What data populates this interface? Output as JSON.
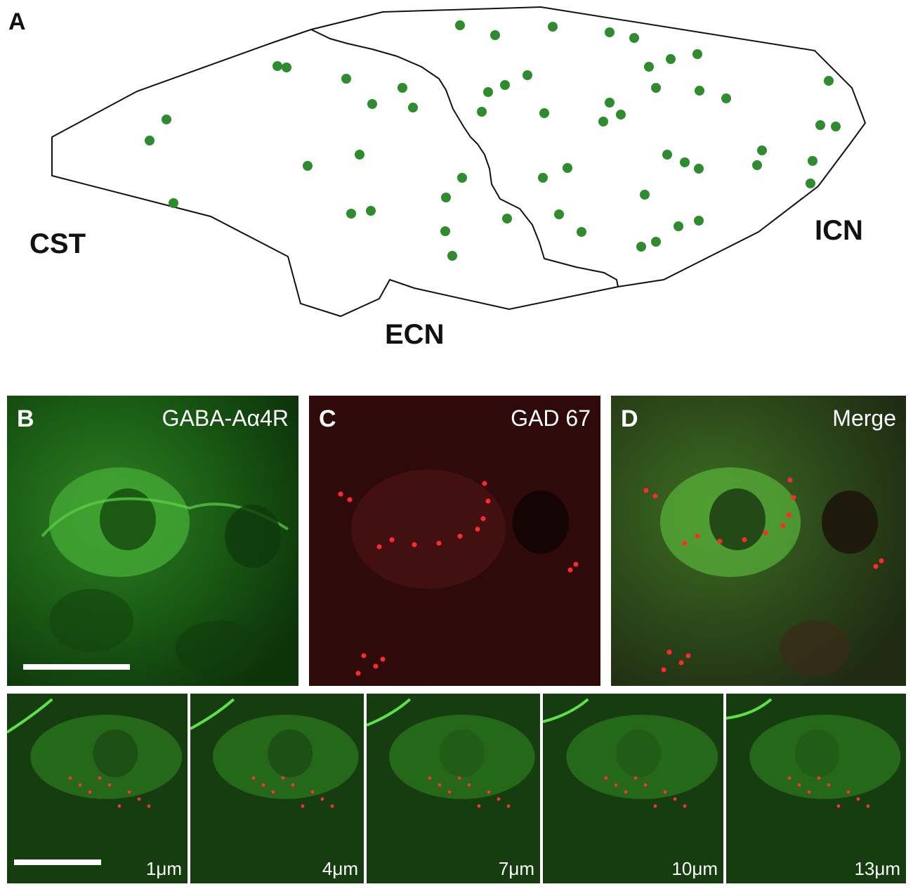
{
  "panel_a": {
    "letter": "A",
    "labels": {
      "cst": "CST",
      "ecn": "ECN",
      "icn": "ICN"
    },
    "dot_color": "#2e8b2e",
    "outline_color": "#111111"
  },
  "panels": {
    "b": {
      "letter": "B",
      "stain": "GABA-Aα4R",
      "channel": "green",
      "tint": "#1f5f1a"
    },
    "c": {
      "letter": "C",
      "stain": "GAD 67",
      "channel": "red",
      "tint": "#3a0d0d"
    },
    "d": {
      "letter": "D",
      "stain": "Merge",
      "channel": "merge",
      "tint": "#2a3a16"
    }
  },
  "zstack": [
    {
      "depth": "1μm"
    },
    {
      "depth": "4μm"
    },
    {
      "depth": "7μm"
    },
    {
      "depth": "10μm"
    },
    {
      "depth": "13μm"
    }
  ]
}
